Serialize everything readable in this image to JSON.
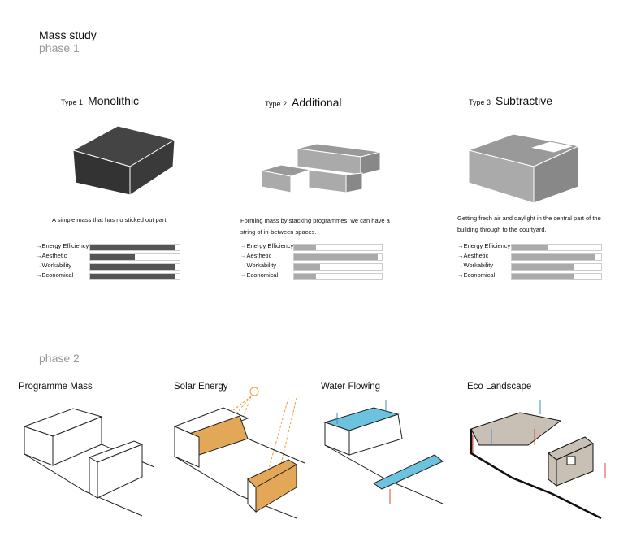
{
  "header": {
    "title": "Mass study",
    "phase1": "phase 1",
    "phase2": "phase 2"
  },
  "types": [
    {
      "num": "Type 1",
      "name": "Monolithic",
      "desc": "A simple mass that has no sticked out part.",
      "color": "#555555",
      "metrics": [
        {
          "label": "→Energy Efficiency",
          "value": 0.95
        },
        {
          "label": "→Aesthetic",
          "value": 0.5
        },
        {
          "label": "→Workability",
          "value": 0.95
        },
        {
          "label": "→Economical",
          "value": 0.95
        }
      ]
    },
    {
      "num": "Type 2",
      "name": "Additional",
      "desc": "Forming mass by stacking programmes, we can have a string of in-between spaces.",
      "color": "#aaaaaa",
      "metrics": [
        {
          "label": "→Energy Efficiency",
          "value": 0.25
        },
        {
          "label": "→Aesthetic",
          "value": 0.95
        },
        {
          "label": "→Workability",
          "value": 0.3
        },
        {
          "label": "→Economical",
          "value": 0.25
        }
      ]
    },
    {
      "num": "Type 3",
      "name": "Subtractive",
      "desc": "Getting fresh air and daylight in the central part of the building through to the courtyard.",
      "color": "#aaaaaa",
      "metrics": [
        {
          "label": "→Energy Efficiency",
          "value": 0.4
        },
        {
          "label": "→Aesthetic",
          "value": 0.93
        },
        {
          "label": "→Workability",
          "value": 0.7
        },
        {
          "label": "→Economical",
          "value": 0.7
        }
      ]
    }
  ],
  "phase2": [
    {
      "title": "Programme Mass"
    },
    {
      "title": "Solar Energy"
    },
    {
      "title": "Water Flowing"
    },
    {
      "title": "Eco Landscape"
    }
  ]
}
